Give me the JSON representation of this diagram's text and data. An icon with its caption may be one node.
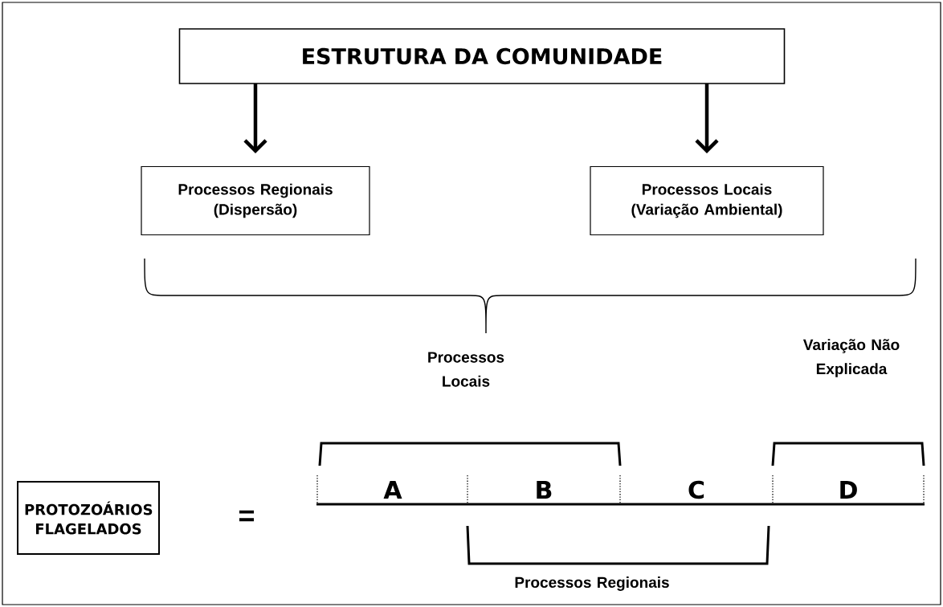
{
  "diagram": {
    "nodes": [
      {
        "text": [
          "ESTRUTURA DA COMUNIDADE"
        ]
      },
      {
        "text": [
          "Processos Regionais (Dispersão)"
        ]
      },
      {
        "text": [
          "Processos Locais (Variação Ambiental)"
        ]
      },
      {
        "text": [
          "PROTOZOÁRIOS FLAGELADOS"
        ]
      },
      {
        "text": [
          "A"
        ]
      },
      {
        "text": [
          "B"
        ]
      },
      {
        "text": [
          "C"
        ]
      },
      {
        "text": [
          "D"
        ]
      }
    ],
    "edges": [
      {
        "from": 0,
        "to": 1,
        "arrow": "to"
      },
      {
        "from": 0,
        "to": 2,
        "arrow": "to"
      }
    ],
    "labels": [
      "Processos Locais",
      "Variação Não Explicada",
      "=",
      "Processos Regionais"
    ]
  }
}
